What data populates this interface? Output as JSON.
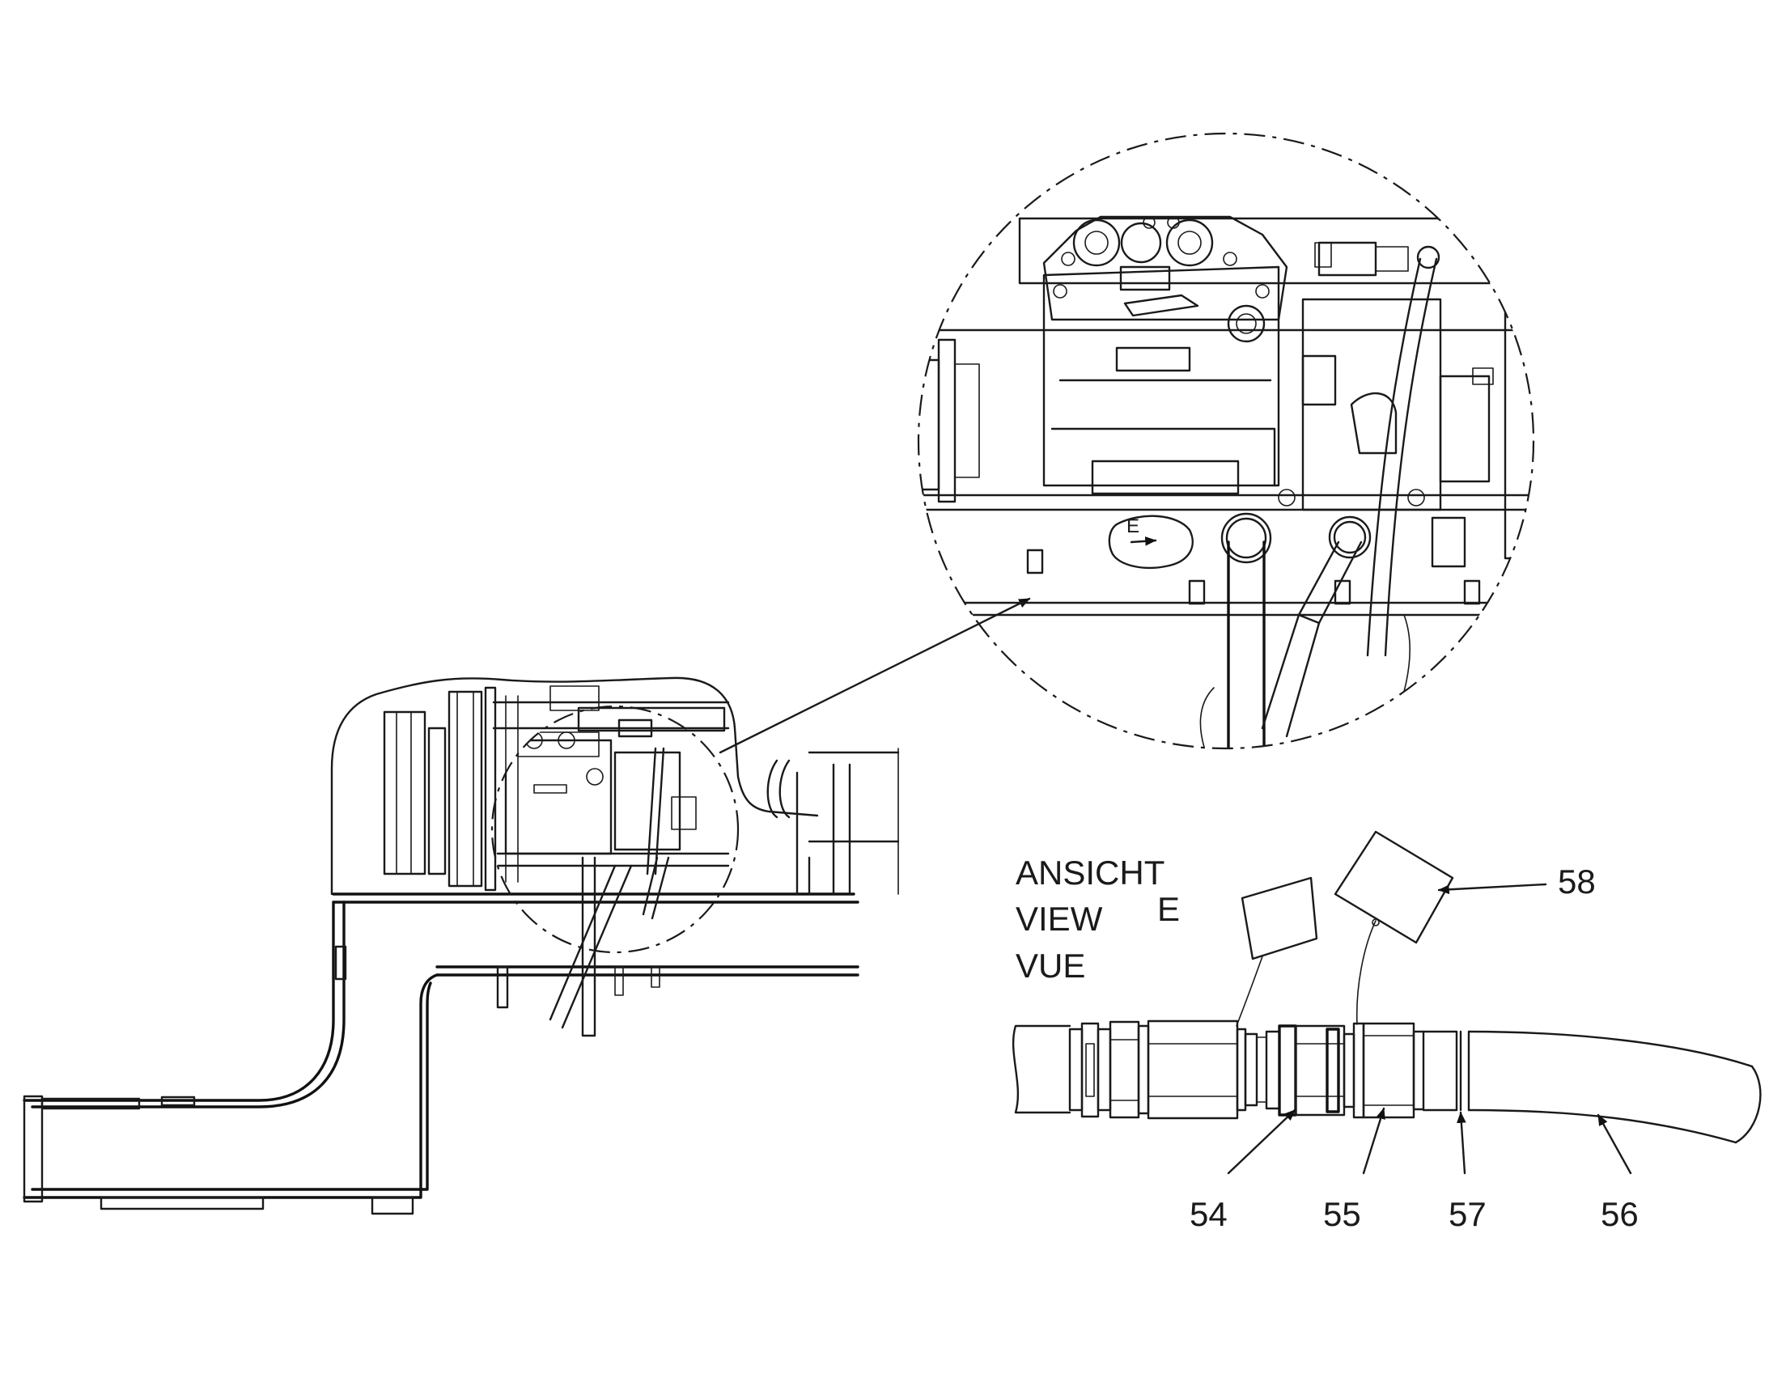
{
  "view": {
    "lines": [
      "ANSICHT",
      "VIEW",
      "VUE"
    ],
    "letter": "E",
    "marker": "E"
  },
  "callouts": {
    "c54": "54",
    "c55": "55",
    "c56": "56",
    "c57": "57",
    "c58": "58"
  }
}
